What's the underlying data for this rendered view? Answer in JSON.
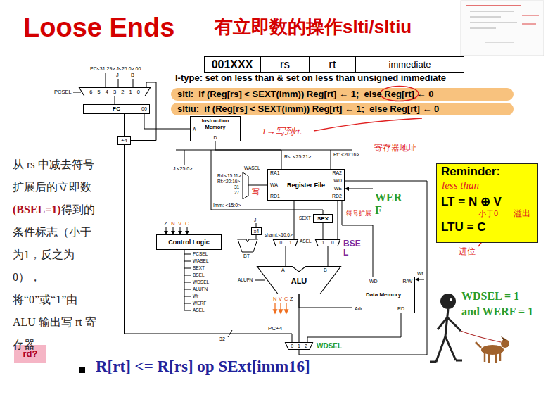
{
  "diagram": {
    "title": "Loose Ends",
    "nodes": [
      {
        "text": [
          "001XXX"
        ]
      },
      {
        "text": [
          "rs"
        ]
      },
      {
        "text": [
          "rt"
        ]
      },
      {
        "text": [
          "immediate"
        ]
      },
      {
        "text": [
          "slti:  if (Reg[rs] < SEXT(imm)) Reg[rt] ← 1;  else Reg[rt] ← 0"
        ]
      },
      {
        "text": [
          "sltiu:  if (Reg[rs] < SEXT(imm)) Reg[rt] ← 1;  else Reg[rt] ← 0"
        ]
      },
      {
        "text": [
          "6 5 4 3 2 1 0"
        ]
      },
      {
        "text": [
          "PC",
          "00"
        ]
      },
      {
        "text": [
          "+4"
        ]
      },
      {
        "text": [
          "Instruction Memory",
          "A",
          "D"
        ]
      },
      {
        "text": [
          "Register File",
          "RA1",
          "RA2",
          "WA",
          "WD",
          "WE",
          "RD1",
          "RD2"
        ]
      },
      {
        "text": [
          "SEX"
        ]
      },
      {
        "text": [
          "x4"
        ]
      },
      {
        "text": [
          "0 1"
        ]
      },
      {
        "text": [
          "1 0"
        ]
      },
      {
        "text": [
          "Control Logic"
        ]
      },
      {
        "text": [
          "ALU",
          "A",
          "B"
        ]
      },
      {
        "text": [
          "Data Memory",
          "WD",
          "R/W",
          "Adr",
          "RD"
        ]
      },
      {
        "text": [
          "0 1 2"
        ]
      },
      {
        "text": [
          "Reminder:",
          "LT = N ⊕ V",
          "LTU = C"
        ]
      },
      {
        "text": [
          "rd?"
        ]
      }
    ],
    "edges": [
      {
        "from": 6,
        "to": 7,
        "arrow": "none"
      },
      {
        "from": 7,
        "to": 8,
        "arrow": "none"
      },
      {
        "from": 8,
        "to": 6,
        "arrow": "none"
      },
      {
        "from": 7,
        "to": 9,
        "arrow": "none"
      },
      {
        "from": 9,
        "to": 10,
        "arrow": "none"
      },
      {
        "from": 10,
        "to": 13,
        "arrow": "none"
      },
      {
        "from": 10,
        "to": 14,
        "arrow": "none"
      },
      {
        "from": 11,
        "to": 14,
        "arrow": "none"
      },
      {
        "from": 10,
        "to": 17,
        "arrow": "none"
      },
      {
        "from": 13,
        "to": 16,
        "arrow": "none"
      },
      {
        "from": 14,
        "to": 16,
        "arrow": "none"
      },
      {
        "from": 16,
        "to": 17,
        "arrow": "none"
      },
      {
        "from": 16,
        "to": 18,
        "arrow": "none"
      },
      {
        "from": 17,
        "to": 18,
        "arrow": "none"
      },
      {
        "from": 8,
        "to": 18,
        "label": "PC+4",
        "arrow": "none"
      },
      {
        "from": 18,
        "to": 10,
        "arrow": "none"
      }
    ],
    "labels": [
      "有立即数的操作slti/sltiu",
      "I-type: set on less than & set on less than unsigned immediate",
      "PC<31:29>:J<25:0>:00",
      "J",
      "B",
      "PCSEL",
      "1→写到rt.",
      "Rs: <25:21>",
      "Rt: <20:16>",
      "寄存器地址",
      "WASEL",
      "J:<25:0>",
      "Rd:<15:11>",
      "Rt:<20:16>",
      "31",
      "27",
      "写",
      "Imm: <15:0>",
      "WERF",
      "符号扩展",
      "SEXT",
      "J",
      "shamt:<10:6>",
      "ASEL",
      "BSEL",
      "BT",
      "Z",
      "N",
      "V",
      "C",
      "PCSEL",
      "WASEL",
      "SEXT",
      "BSEL",
      "WDSEL",
      "ALUFN",
      "Wr",
      "WERF",
      "ASEL",
      "ALUFN",
      "N",
      "V",
      "C",
      "Z",
      "Wr",
      "32",
      "WDSEL",
      "从 rs 中减去符号扩展后的立即数",
      "(BSEL=1)",
      "得到的条件标志（小于为1，反之为0），将“0”或“1”由 ALU 输出写 rt 寄存器",
      "less than",
      "小于0",
      "溢出",
      "进位",
      "WDSEL = 1 and WERF = 1",
      "R[rt] <= R[rs] op SExt[imm16]"
    ]
  }
}
